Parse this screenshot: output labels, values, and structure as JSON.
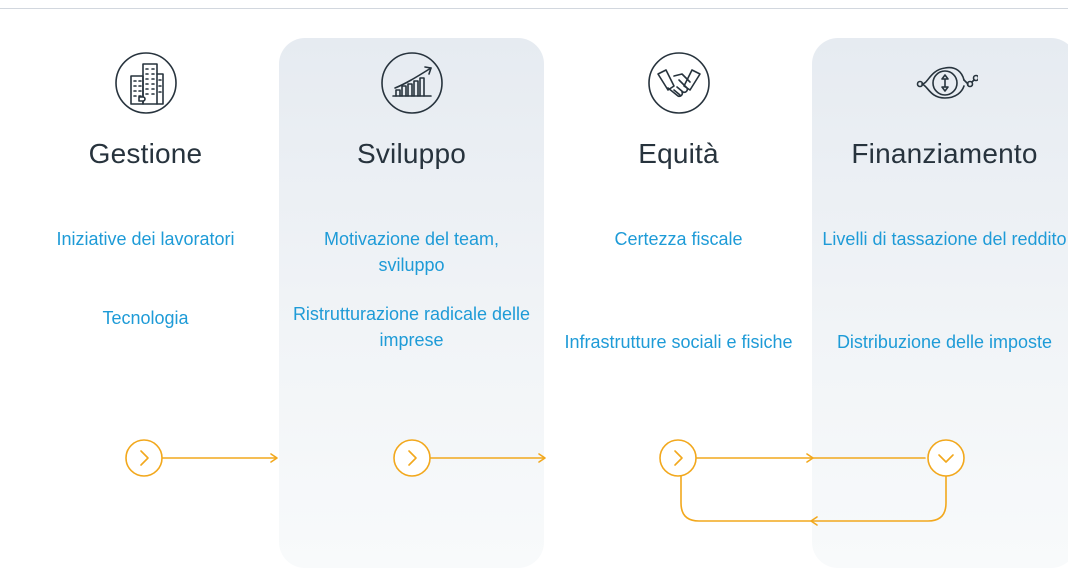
{
  "columns": [
    {
      "title": "Gestione",
      "icon": "buildings-puzzle-icon",
      "items": [
        "Iniziative dei lavoratori",
        "Tecnologia"
      ]
    },
    {
      "title": "Sviluppo",
      "icon": "growth-chart-icon",
      "items": [
        "Motivazione del team, sviluppo",
        "Ristrutturazione radicale delle imprese"
      ]
    },
    {
      "title": "Equità",
      "icon": "handshake-icon",
      "items": [
        "Certezza fiscale",
        "Infrastrutture sociali e fisiche"
      ]
    },
    {
      "title": "Finanziamento",
      "icon": "currency-flow-icon",
      "items": [
        "Livelli di tassazione del reddito",
        "Distribuzione delle imposte"
      ]
    }
  ],
  "colors": {
    "accent": "#f2a81d",
    "link": "#1e9bd7",
    "title": "#27333d",
    "panel": "#e6ebf1"
  }
}
